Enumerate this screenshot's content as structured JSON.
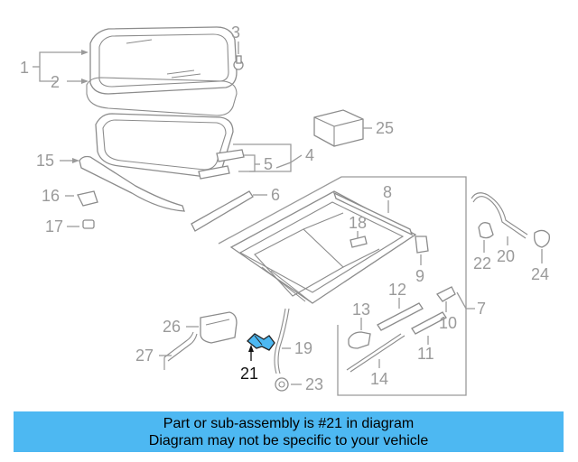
{
  "diagram": {
    "callouts": [
      {
        "id": "1",
        "label": "1"
      },
      {
        "id": "2",
        "label": "2"
      },
      {
        "id": "3",
        "label": "3"
      },
      {
        "id": "4",
        "label": "4"
      },
      {
        "id": "5",
        "label": "5"
      },
      {
        "id": "6",
        "label": "6"
      },
      {
        "id": "7",
        "label": "7"
      },
      {
        "id": "8",
        "label": "8"
      },
      {
        "id": "9",
        "label": "9"
      },
      {
        "id": "10",
        "label": "10"
      },
      {
        "id": "11",
        "label": "11"
      },
      {
        "id": "12",
        "label": "12"
      },
      {
        "id": "13",
        "label": "13"
      },
      {
        "id": "14",
        "label": "14"
      },
      {
        "id": "15",
        "label": "15"
      },
      {
        "id": "16",
        "label": "16"
      },
      {
        "id": "17",
        "label": "17"
      },
      {
        "id": "18",
        "label": "18"
      },
      {
        "id": "19",
        "label": "19"
      },
      {
        "id": "20",
        "label": "20"
      },
      {
        "id": "21",
        "label": "21",
        "highlighted": true
      },
      {
        "id": "22",
        "label": "22"
      },
      {
        "id": "23",
        "label": "23"
      },
      {
        "id": "24",
        "label": "24"
      },
      {
        "id": "25",
        "label": "25"
      },
      {
        "id": "26",
        "label": "26"
      },
      {
        "id": "27",
        "label": "27"
      }
    ],
    "highlight_color": "#4db8f2"
  },
  "banner": {
    "line1": "Part or sub-assembly is #21 in diagram",
    "line2": "Diagram may not be specific to your vehicle",
    "background": "#4db8f2"
  }
}
